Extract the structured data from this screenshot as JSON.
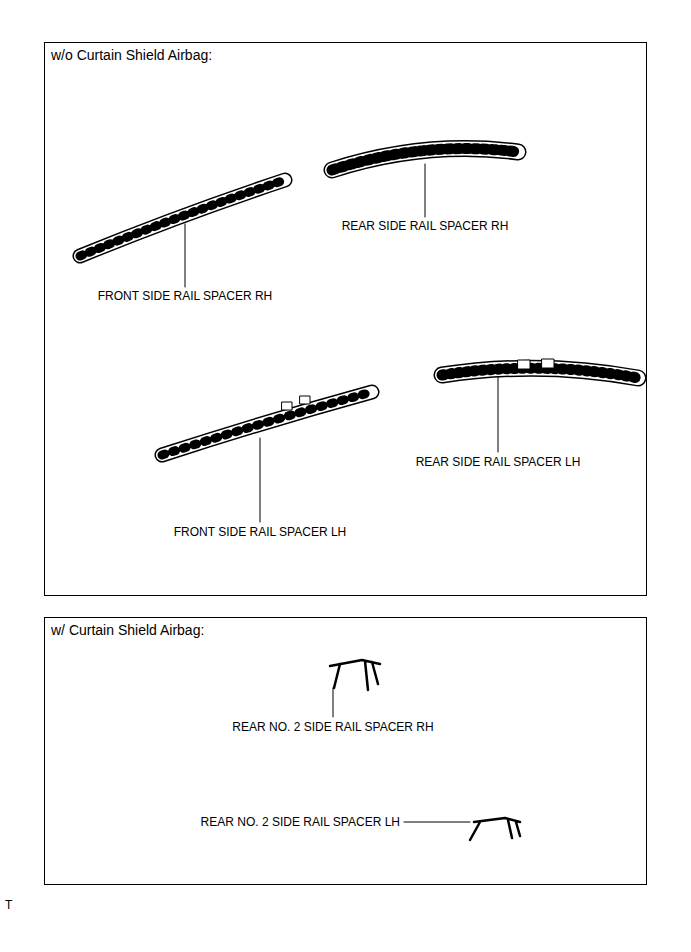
{
  "diagram": {
    "nodes": [
      {
        "text": [
          "w/o Curtain Shield Airbag:"
        ]
      },
      {
        "text": [
          "w/ Curtain Shield Airbag:"
        ]
      }
    ],
    "labels": [
      "REAR SIDE RAIL SPACER RH",
      "FRONT SIDE RAIL SPACER RH",
      "REAR SIDE RAIL SPACER LH",
      "FRONT SIDE RAIL SPACER LH",
      "REAR NO. 2 SIDE RAIL SPACER RH",
      "REAR NO. 2 SIDE RAIL SPACER LH",
      "T"
    ]
  }
}
